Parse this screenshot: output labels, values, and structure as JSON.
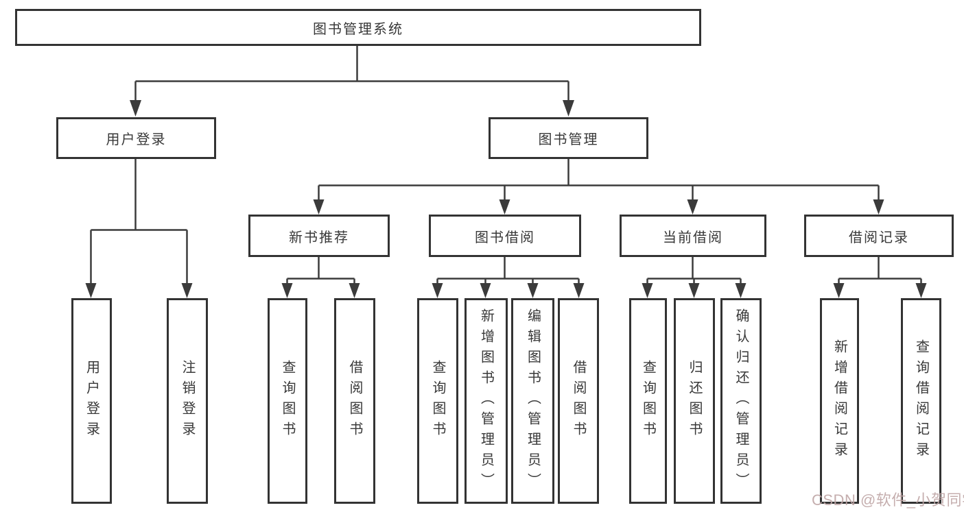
{
  "root": {
    "label": "图书管理系统"
  },
  "branches": [
    {
      "label": "用户登录",
      "leaves": [
        "用户登录",
        "注销登录"
      ]
    },
    {
      "label": "图书管理",
      "groups": [
        {
          "label": "新书推荐",
          "leaves": [
            "查询图书",
            "借阅图书"
          ]
        },
        {
          "label": "图书借阅",
          "leaves": [
            "查询图书",
            "新增图书（管理员）",
            "编辑图书（管理员）",
            "借阅图书"
          ]
        },
        {
          "label": "当前借阅",
          "leaves": [
            "查询图书",
            "归还图书",
            "确认归还（管理员）"
          ]
        },
        {
          "label": "借阅记录",
          "leaves": [
            "新增借阅记录",
            "查询借阅记录"
          ]
        }
      ]
    }
  ],
  "watermark": {
    "text": "CSDN @软件_小贺同学"
  },
  "colors": {
    "line": "#3b3b3b",
    "box_border": "#333333",
    "text": "#383838",
    "watermark": "#bfa6a6",
    "background": "#ffffff"
  }
}
